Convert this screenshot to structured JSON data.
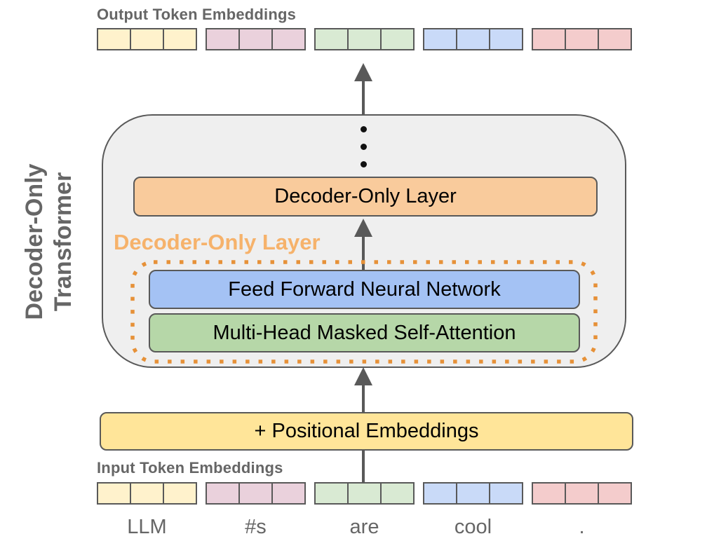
{
  "labels": {
    "output_title": "Output Token Embeddings",
    "input_title": "Input Token Embeddings",
    "transformer_line1": "Decoder-Only",
    "transformer_line2": "Transformer",
    "decoder_layer_box": "Decoder-Only Layer",
    "decoder_layer_callout": "Decoder-Only Layer",
    "ffn_box": "Feed Forward Neural Network",
    "attention_box": "Multi-Head Masked Self-Attention",
    "positional_box": "+ Positional Embeddings"
  },
  "tokens": [
    "LLM",
    "#s",
    "are",
    "cool",
    "."
  ],
  "embeddings": {
    "cells_per_token": 3,
    "colors": [
      "#FFF2CC",
      "#EAD1DC",
      "#D9EAD3",
      "#C9DAF8",
      "#F4CCCC"
    ]
  },
  "colors": {
    "outline": "#595959",
    "gray_text": "#666666",
    "container_fill": "#EFEFEF",
    "layer_fill": "#F9CB9C",
    "ffn_fill": "#A4C2F4",
    "attention_fill": "#B6D7A8",
    "positional_fill": "#FFE599",
    "callout_text": "#F6B26B",
    "callout_border": "#E69138"
  }
}
